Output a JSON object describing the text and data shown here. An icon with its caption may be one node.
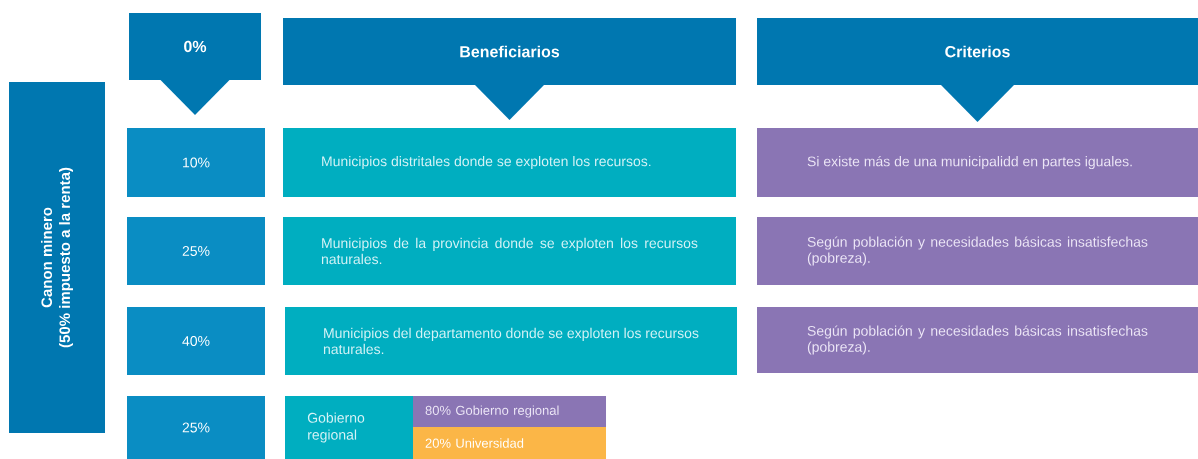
{
  "diagram": {
    "nodes": [
      {
        "text": [
          "Canon minero",
          "(50% impuesto a la renta)"
        ]
      },
      {
        "text": [
          "0%"
        ]
      },
      {
        "text": [
          "Beneficiarios"
        ]
      },
      {
        "text": [
          "Criterios"
        ]
      },
      {
        "text": [
          "10%"
        ]
      },
      {
        "text": [
          "Municipios distritales donde se exploten los recursos."
        ]
      },
      {
        "text": [
          "Si existe más de una municipalidd en partes iguales."
        ]
      },
      {
        "text": [
          "25%"
        ]
      },
      {
        "text": [
          "Municipios de la provincia donde se exploten los recursos naturales."
        ]
      },
      {
        "text": [
          "Según población y necesidades básicas insatisfechas (pobreza)."
        ]
      },
      {
        "text": [
          "40%"
        ]
      },
      {
        "text": [
          "Municipios del departamento donde se exploten los recursos naturales."
        ]
      },
      {
        "text": [
          "Según población y necesidades básicas insatisfechas (pobreza)."
        ]
      },
      {
        "text": [
          "25%"
        ]
      },
      {
        "text": [
          "Gobierno regional"
        ]
      },
      {
        "text": [
          "80% Gobierno regional"
        ],
        "in": 14
      },
      {
        "text": [
          "20% Universidad"
        ],
        "in": 14
      }
    ]
  }
}
